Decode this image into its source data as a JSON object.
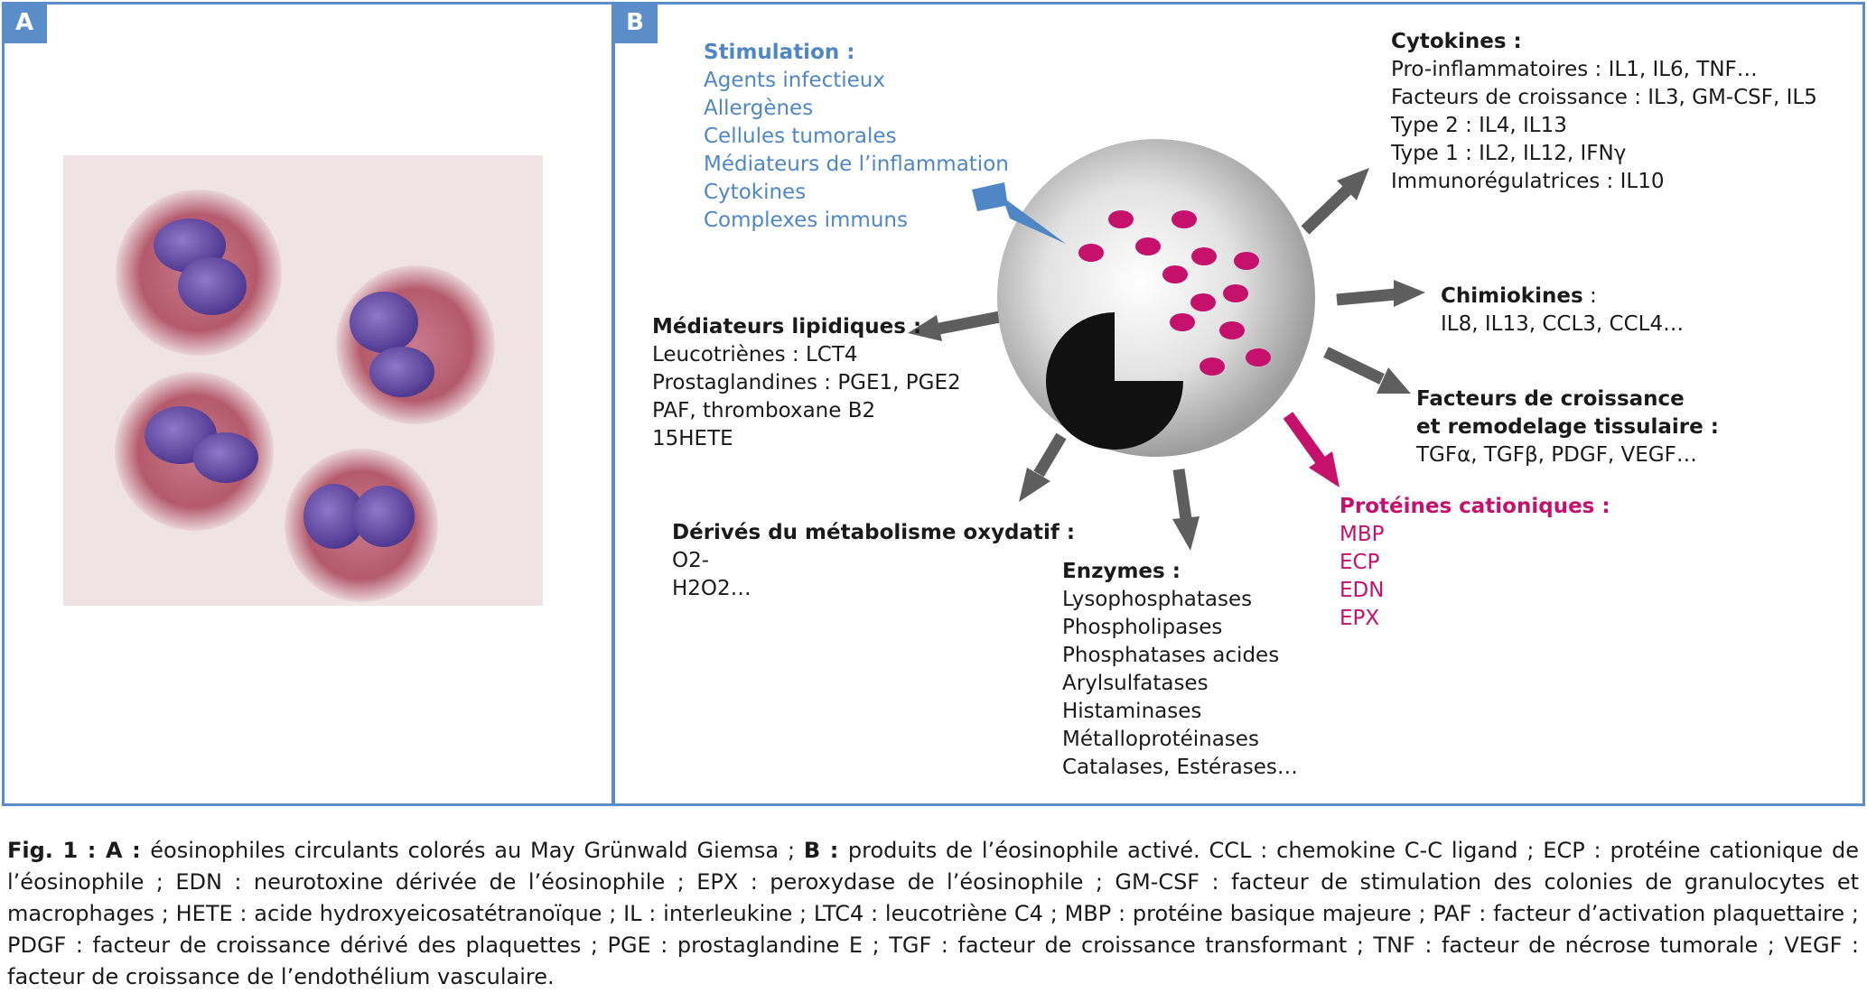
{
  "panel_a": {
    "label": "A"
  },
  "panel_b": {
    "label": "B",
    "stimulation": {
      "title": "Stimulation :",
      "items": [
        "Agents infectieux",
        "Allergènes",
        "Cellules tumorales",
        "Médiateurs de l’inflammation",
        "Cytokines",
        "Complexes immuns"
      ]
    },
    "cytokines": {
      "title": "Cytokines :",
      "items": [
        "Pro-inflammatoires : IL1, IL6, TNF…",
        "Facteurs de croissance : IL3, GM-CSF, IL5",
        "Type 2 : IL4, IL13",
        "Type 1 : IL2, IL12, IFNγ",
        "Immunorégulatrices : IL10"
      ]
    },
    "chimiokines": {
      "title": "Chimiokines",
      "sep": " :",
      "items": [
        "IL8, IL13, CCL3, CCL4…"
      ]
    },
    "facteurs": {
      "title_line1": "Facteurs de croissance",
      "title_line2": "et remodelage tissulaire :",
      "items": [
        "TGFα, TGFβ, PDGF, VEGF…"
      ]
    },
    "proteines": {
      "title": "Protéines cationiques :",
      "items": [
        "MBP",
        "ECP",
        "EDN",
        "EPX"
      ]
    },
    "enzymes": {
      "title": "Enzymes :",
      "items": [
        "Lysophosphatases",
        "Phospholipases",
        "Phosphatases acides",
        "Arylsulfatases",
        "Histaminases",
        "Métalloprotéinases",
        "Catalases, Estérases…"
      ]
    },
    "derives": {
      "title": "Dérivés du métabolisme oxydatif :",
      "items": [
        "O2-",
        "H2O2…"
      ]
    },
    "lipides": {
      "title": "Médiateurs lipidiques  :",
      "items": [
        "Leucotriènes : LCT4",
        "Prostaglandines : PGE1, PGE2",
        "PAF, thromboxane B2",
        "15HETE"
      ]
    }
  },
  "colors": {
    "frame": "#5b8ec9",
    "stimulation": "#4f86c6",
    "cationic": "#c5116c",
    "arrow": "#5e5e5e",
    "granule": "#c5116c"
  },
  "caption": {
    "fig": "Fig. 1 : ",
    "a_label": "A : ",
    "a_text": "éosinophiles circulants colorés au May Grünwald Giemsa ; ",
    "b_label": "B : ",
    "b_text": "produits de l’éosinophile activé. CCL : chemokine C-C ligand ; ECP : protéine cationique de l’éosinophile ; EDN : neurotoxine dérivée de l’éosinophile ; EPX : peroxydase de l’éosinophile ; GM-CSF : facteur de stimulation des colonies de granulocytes et macrophages ; HETE : acide hydroxyeicosatétranoïque ; IL : interleukine ; LTC4 : leucotriène C4 ; MBP : protéine basique majeure ; PAF : facteur d’activation plaquettaire ; PDGF : facteur de croissance dérivé des plaquettes ; PGE : prostaglandine E ; TGF : facteur de croissance transformant  ; TNF : facteur de nécrose tumorale ; VEGF : facteur de croissance de l’endothélium vasculaire."
  }
}
